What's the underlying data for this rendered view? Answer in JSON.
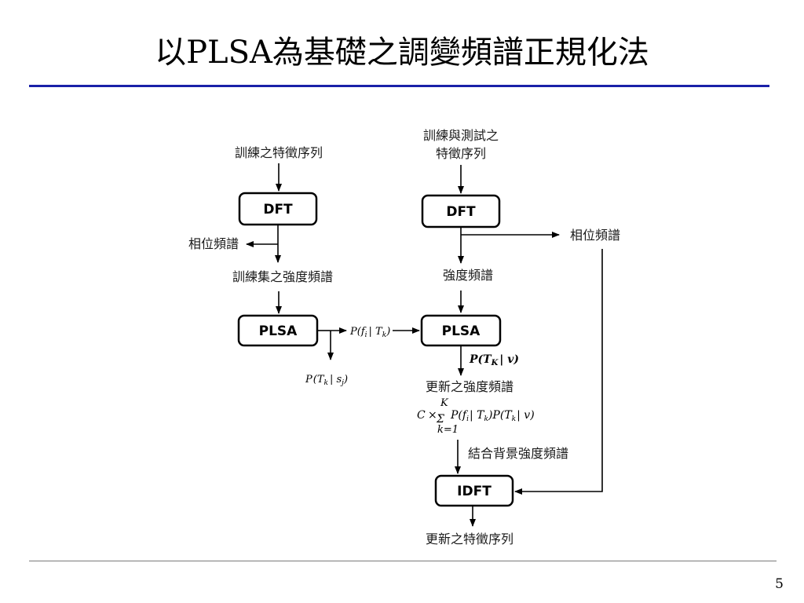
{
  "slide": {
    "title": "以PLSA為基礎之調變頻譜正規化法",
    "page_number": "5"
  },
  "diagram": {
    "left_branch": {
      "input_label": "訓練之特徵序列",
      "dft_box": "DFT",
      "phase_label": "相位頻譜",
      "magnitude_label": "訓練集之強度頻譜",
      "plsa_box": "PLSA",
      "p_t_given_s": "P(T_k | s_j)"
    },
    "right_branch": {
      "input_label_line1": "訓練與測試之",
      "input_label_line2": "特徵序列",
      "dft_box": "DFT",
      "phase_label": "相位頻譜",
      "magnitude_label": "強度頻譜",
      "plsa_box": "PLSA",
      "p_t_given_v": "P(T_K | v)",
      "updated_magnitude_label": "更新之強度頻譜",
      "formula": "C × Σ_{k=1}^{K} P(f_i | T_k) P(T_k | v)",
      "combine_label": "結合背景強度頻譜",
      "idft_box": "IDFT",
      "output_label": "更新之特徵序列"
    },
    "cross_link": {
      "p_f_given_t": "P(f_i | T_k)"
    }
  }
}
